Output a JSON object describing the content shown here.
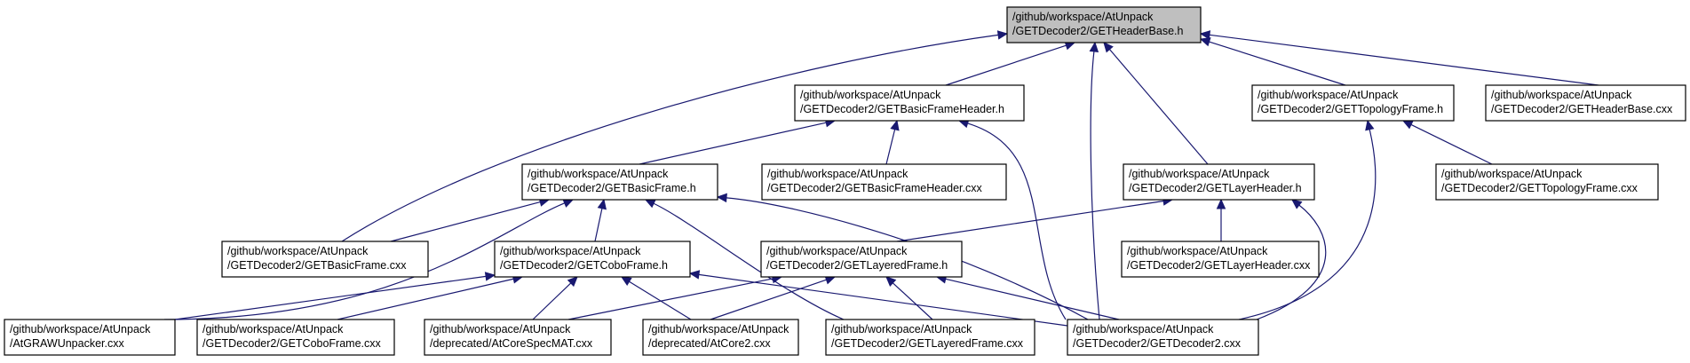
{
  "diagram": {
    "type": "include-dependency-graph",
    "colors": {
      "edge": "#191970",
      "root_fill": "#bfbfbf",
      "node_fill": "#ffffff",
      "node_border": "#000000"
    },
    "nodes": [
      {
        "id": "root",
        "lines": [
          "/github/workspace/AtUnpack",
          "/GETDecoder2/GETHeaderBase.h"
        ],
        "highlight": true
      },
      {
        "id": "bfh_h",
        "lines": [
          "/github/workspace/AtUnpack",
          "/GETDecoder2/GETBasicFrameHeader.h"
        ]
      },
      {
        "id": "topo_h",
        "lines": [
          "/github/workspace/AtUnpack",
          "/GETDecoder2/GETTopologyFrame.h"
        ]
      },
      {
        "id": "hb_cxx",
        "lines": [
          "/github/workspace/AtUnpack",
          "/GETDecoder2/GETHeaderBase.cxx"
        ]
      },
      {
        "id": "bf_h",
        "lines": [
          "/github/workspace/AtUnpack",
          "/GETDecoder2/GETBasicFrame.h"
        ]
      },
      {
        "id": "bfh_cxx",
        "lines": [
          "/github/workspace/AtUnpack",
          "/GETDecoder2/GETBasicFrameHeader.cxx"
        ]
      },
      {
        "id": "lh_h",
        "lines": [
          "/github/workspace/AtUnpack",
          "/GETDecoder2/GETLayerHeader.h"
        ]
      },
      {
        "id": "topo_cxx",
        "lines": [
          "/github/workspace/AtUnpack",
          "/GETDecoder2/GETTopologyFrame.cxx"
        ]
      },
      {
        "id": "bf_cxx",
        "lines": [
          "/github/workspace/AtUnpack",
          "/GETDecoder2/GETBasicFrame.cxx"
        ]
      },
      {
        "id": "cobo_h",
        "lines": [
          "/github/workspace/AtUnpack",
          "/GETDecoder2/GETCoboFrame.h"
        ]
      },
      {
        "id": "lf_h",
        "lines": [
          "/github/workspace/AtUnpack",
          "/GETDecoder2/GETLayeredFrame.h"
        ]
      },
      {
        "id": "lh_cxx",
        "lines": [
          "/github/workspace/AtUnpack",
          "/GETDecoder2/GETLayerHeader.cxx"
        ]
      },
      {
        "id": "graw",
        "lines": [
          "/github/workspace/AtUnpack",
          "/AtGRAWUnpacker.cxx"
        ]
      },
      {
        "id": "cobo_cxx",
        "lines": [
          "/github/workspace/AtUnpack",
          "/GETDecoder2/GETCoboFrame.cxx"
        ]
      },
      {
        "id": "spec",
        "lines": [
          "/github/workspace/AtUnpack",
          "/deprecated/AtCoreSpecMAT.cxx"
        ]
      },
      {
        "id": "core2",
        "lines": [
          "/github/workspace/AtUnpack",
          "/deprecated/AtCore2.cxx"
        ]
      },
      {
        "id": "lf_cxx",
        "lines": [
          "/github/workspace/AtUnpack",
          "/GETDecoder2/GETLayeredFrame.cxx"
        ]
      },
      {
        "id": "dec2",
        "lines": [
          "/github/workspace/AtUnpack",
          "/GETDecoder2/GETDecoder2.cxx"
        ]
      }
    ],
    "edges": [
      {
        "from": "bfh_h",
        "to": "root"
      },
      {
        "from": "topo_h",
        "to": "root"
      },
      {
        "from": "hb_cxx",
        "to": "root"
      },
      {
        "from": "lh_h",
        "to": "root"
      },
      {
        "from": "bf_cxx",
        "to": "root"
      },
      {
        "from": "dec2",
        "to": "root"
      },
      {
        "from": "bf_h",
        "to": "bfh_h"
      },
      {
        "from": "bfh_cxx",
        "to": "bfh_h"
      },
      {
        "from": "dec2",
        "to": "bfh_h"
      },
      {
        "from": "topo_cxx",
        "to": "topo_h"
      },
      {
        "from": "dec2",
        "to": "topo_h"
      },
      {
        "from": "bf_cxx",
        "to": "bf_h"
      },
      {
        "from": "cobo_h",
        "to": "bf_h"
      },
      {
        "from": "graw",
        "to": "bf_h"
      },
      {
        "from": "lf_cxx",
        "to": "bf_h"
      },
      {
        "from": "dec2",
        "to": "bf_h"
      },
      {
        "from": "lf_h",
        "to": "lh_h"
      },
      {
        "from": "lh_cxx",
        "to": "lh_h"
      },
      {
        "from": "dec2",
        "to": "lh_h"
      },
      {
        "from": "graw",
        "to": "cobo_h"
      },
      {
        "from": "cobo_cxx",
        "to": "cobo_h"
      },
      {
        "from": "spec",
        "to": "cobo_h"
      },
      {
        "from": "core2",
        "to": "cobo_h"
      },
      {
        "from": "dec2",
        "to": "cobo_h"
      },
      {
        "from": "spec",
        "to": "lf_h"
      },
      {
        "from": "core2",
        "to": "lf_h"
      },
      {
        "from": "lf_cxx",
        "to": "lf_h"
      },
      {
        "from": "dec2",
        "to": "lf_h"
      }
    ]
  }
}
